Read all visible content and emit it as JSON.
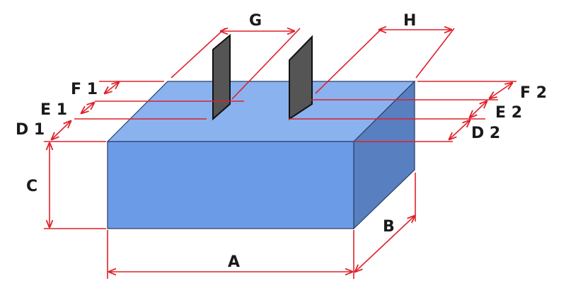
{
  "colors": {
    "dimension": "#e0202a",
    "box_front": "#6b9be6",
    "box_top": "#8ab2ee",
    "box_side": "#587fc0",
    "box_edge": "#2a3d66",
    "electrode": "#555555",
    "text": "#1a1a1a"
  },
  "labels": {
    "A": "A",
    "B": "B",
    "C": "C",
    "D1": "D 1",
    "E1": "E 1",
    "F1": "F 1",
    "D2": "D 2",
    "E2": "E 2",
    "F2": "F 2",
    "G": "G",
    "H": "H"
  }
}
